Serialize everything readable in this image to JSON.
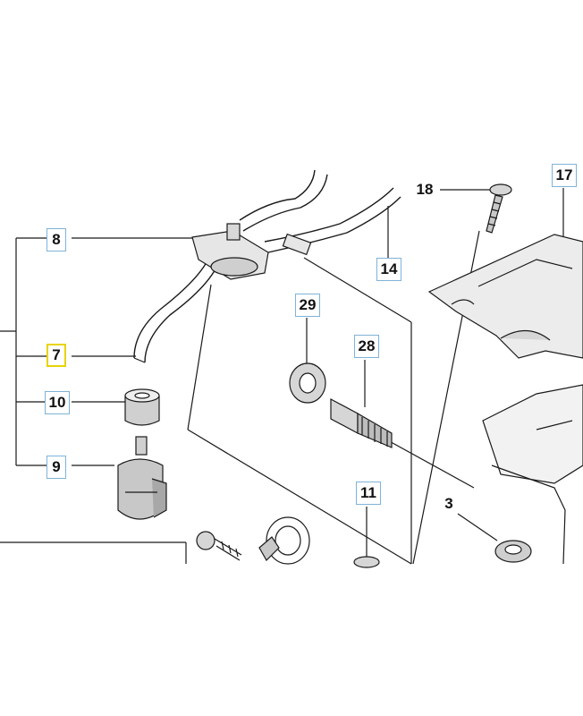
{
  "callouts": {
    "c8": "8",
    "c7": "7",
    "c10": "10",
    "c9": "9",
    "c29": "29",
    "c28": "28",
    "c14": "14",
    "c18": "18",
    "c17": "17",
    "c11": "11",
    "c3": "3"
  },
  "highlight": {
    "part": "7",
    "color": "#e8d400"
  },
  "colors": {
    "line": "#1a1a1a",
    "label_box": "#7fb3d8",
    "part_fill": "#d6d6d6",
    "part_dark": "#9a9a9a"
  }
}
